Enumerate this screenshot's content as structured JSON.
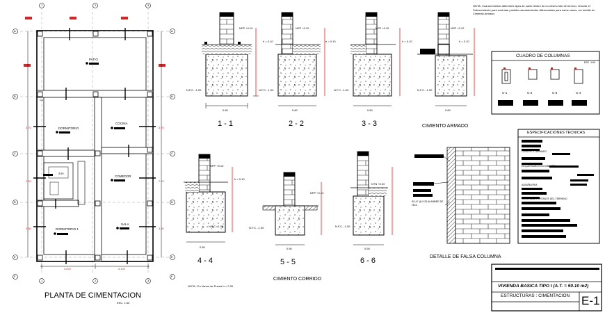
{
  "plan": {
    "title": "PLANTA DE CIMENTACION",
    "scale": "ESC. 1:50",
    "rooms": {
      "patio": "PATIO",
      "dormitorio": "DORMITORIO",
      "cocina": "COCINA",
      "sh": "S.H.",
      "comedor": "COMEDOR",
      "dormitorio1": "DORMITORIO 1",
      "sala": "SALA"
    },
    "axis_left": [
      "A",
      "B",
      "C",
      "D",
      "E",
      "F"
    ],
    "axis_right": [
      "A",
      "B",
      "C",
      "D",
      "E",
      "F"
    ],
    "axis_top": [
      "1",
      "2",
      "3"
    ],
    "axis_bottom": [
      "1",
      "2",
      "3"
    ],
    "column_tag": "C1",
    "dims_bottom": [
      "3.870",
      "3.100"
    ]
  },
  "sections": {
    "s11": "1 - 1",
    "s22": "2 - 2",
    "s33": "3 - 3",
    "s44": "4 - 4",
    "s55": "5 - 5",
    "s66": "6 - 6",
    "npp": "NPP +0.10",
    "ntn": "NTN +0.00",
    "nfc": "N.F.C. -1.00",
    "h": "h = 0.10",
    "w60": "0.60",
    "w50": "0.50",
    "armado_title": "CIMIENTO ARMADO",
    "corrido_title": "CIMIENTO CORRIDO",
    "note_bottom": "NOTA : En Vanos de Puerta h = 0.30"
  },
  "note": {
    "text": "NOTA: Cuando existan diferentes tipos de suelo dentro de un mismo lote de terreno, reforzar el Sobrecimiento para controlar posibles asentamientos diferenciales para estos casos, ver detalle de Cimiento Armado."
  },
  "cuadro": {
    "title": "CUADRO DE COLUMNAS",
    "scale": "ESC. 1:50",
    "cols": [
      "C-1",
      "C-2",
      "C-3",
      "C-4"
    ]
  },
  "specs": {
    "title": "ESPECIFICACIONES TECNICAS",
    "lines": [
      "CONCRETO ARMADO",
      "REQUERIMIENTOS MINIMOS",
      "ALBAÑILERIA",
      "CAPACIDAD PORTANTE DEL TERRENO"
    ]
  },
  "falsa": {
    "title": "DETALLE  DE FALSA COLUMNA",
    "label": "Ø 1/4\" @ 0.25 ALAMBRE DE HILO"
  },
  "titleblock": {
    "project": "VIVIENDA BASICA TIPO I (A.T. = 50.10 m2)",
    "subject": "ESTRUCTURAS : CIMENTACION",
    "sheet": "E-1"
  }
}
